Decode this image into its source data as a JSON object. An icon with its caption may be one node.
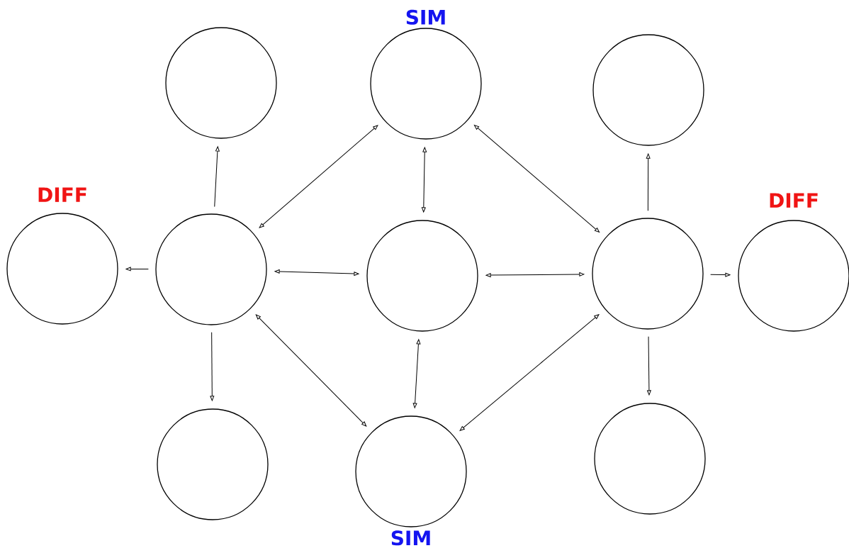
{
  "diagram": {
    "nodes": [
      {
        "text": [],
        "shape": "circle"
      },
      {
        "text": [
          "SIM"
        ]
      },
      {
        "text": [],
        "shape": "circle"
      },
      {
        "text": [
          "DIFF"
        ]
      },
      {
        "text": [],
        "shape": "circle"
      },
      {
        "text": [],
        "shape": "circle"
      },
      {
        "text": [],
        "shape": "circle"
      },
      {
        "text": [
          "DIFF"
        ]
      },
      {
        "text": [],
        "shape": "circle"
      },
      {
        "text": [
          "SIM"
        ]
      },
      {
        "text": [],
        "shape": "circle"
      }
    ],
    "edges": [
      {
        "from": 4,
        "to": 0,
        "arrow": "to"
      },
      {
        "from": 4,
        "to": 1,
        "arrow": "both"
      },
      {
        "from": 4,
        "to": 3,
        "arrow": "to"
      },
      {
        "from": 4,
        "to": 5,
        "arrow": "both"
      },
      {
        "from": 4,
        "to": 8,
        "arrow": "to"
      },
      {
        "from": 4,
        "to": 9,
        "arrow": "both"
      },
      {
        "from": 1,
        "to": 5,
        "arrow": "both"
      },
      {
        "from": 1,
        "to": 6,
        "arrow": "both"
      },
      {
        "from": 5,
        "to": 6,
        "arrow": "both"
      },
      {
        "from": 5,
        "to": 9,
        "arrow": "both"
      },
      {
        "from": 6,
        "to": 2,
        "arrow": "to"
      },
      {
        "from": 6,
        "to": 7,
        "arrow": "to"
      },
      {
        "from": 6,
        "to": 10,
        "arrow": "to"
      },
      {
        "from": 6,
        "to": 9,
        "arrow": "both"
      }
    ]
  }
}
